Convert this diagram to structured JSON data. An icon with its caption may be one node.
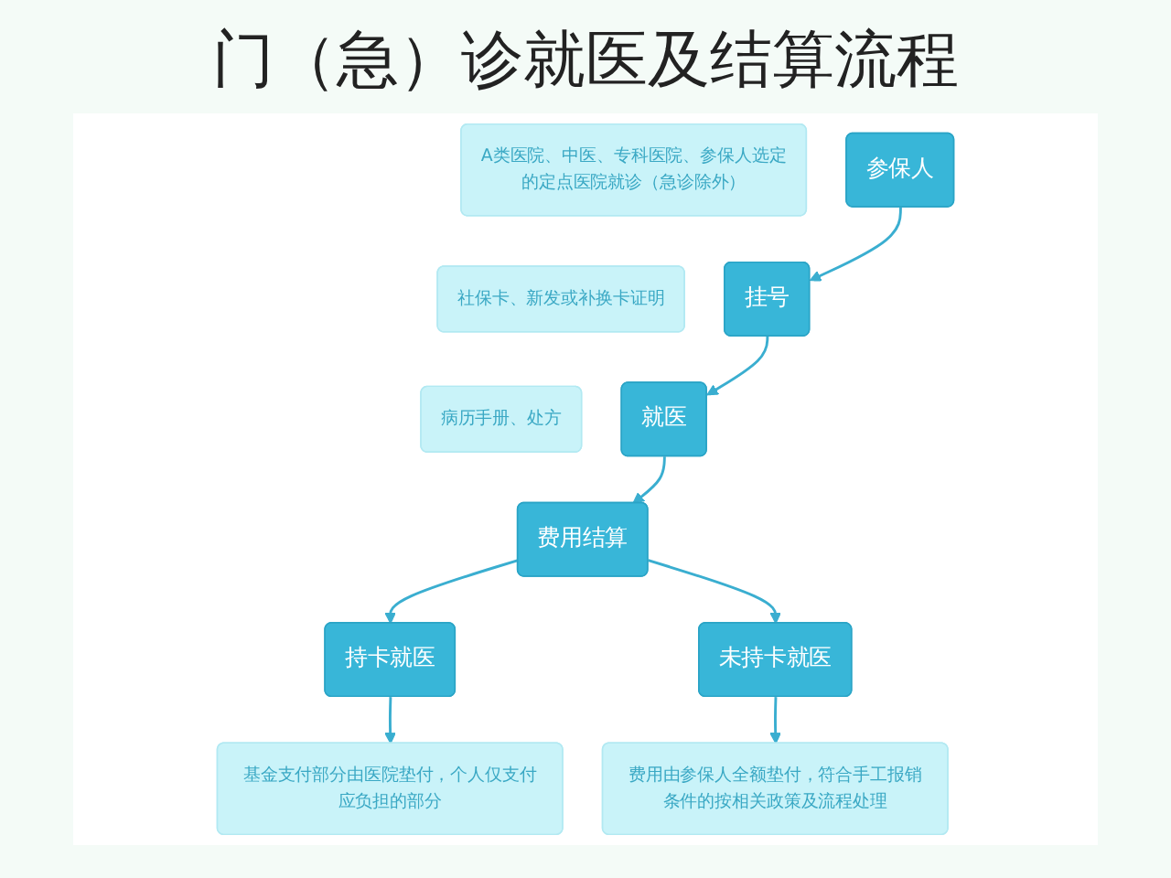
{
  "diagram": {
    "title": "门（急）诊就医及结算流程",
    "nodes": [
      {
        "text": [
          "参保人"
        ]
      },
      {
        "text": [
          "A类医院、中医、专科医院、参保人选定的定点医院就诊（急诊除外）"
        ]
      },
      {
        "text": [
          "挂号"
        ]
      },
      {
        "text": [
          "社保卡、新发或补换卡证明"
        ]
      },
      {
        "text": [
          "就医"
        ]
      },
      {
        "text": [
          "病历手册、处方"
        ]
      },
      {
        "text": [
          "费用结算"
        ]
      },
      {
        "text": [
          "持卡就医"
        ]
      },
      {
        "text": [
          "基金支付部分由医院垫付，个人仅支付应负担的部分"
        ]
      },
      {
        "text": [
          "未持卡就医"
        ]
      },
      {
        "text": [
          "费用由参保人全额垫付，符合手工报销条件的按相关政策及流程处理"
        ]
      }
    ],
    "edges": [
      {
        "from": 0,
        "to": 2,
        "arrow": "to"
      },
      {
        "from": 2,
        "to": 4,
        "arrow": "to"
      },
      {
        "from": 4,
        "to": 6,
        "arrow": "to"
      },
      {
        "from": 6,
        "to": 7,
        "arrow": "to"
      },
      {
        "from": 6,
        "to": 9,
        "arrow": "to"
      },
      {
        "from": 7,
        "to": 8,
        "arrow": "to"
      },
      {
        "from": 9,
        "to": 10,
        "arrow": "to"
      }
    ]
  }
}
